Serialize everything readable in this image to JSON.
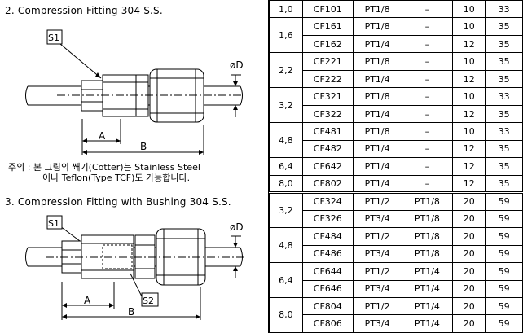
{
  "section1": {
    "title": "2.  Compression Fitting 304 S.S.",
    "labels": {
      "s1": "S1",
      "d": "øD",
      "a": "A",
      "b": "B"
    },
    "note_line1": "주의 : 본 그림의 쐐기(Cotter)는 Stainless Steel",
    "note_line2": "이나 Teflon(Type TCF)도 가능합니다."
  },
  "section2": {
    "title": "3.  Compression Fitting with Bushing   304 S.S.",
    "labels": {
      "s1": "S1",
      "s2": "S2",
      "d": "øD",
      "a": "A",
      "b": "B"
    }
  },
  "table": {
    "groups1": [
      {
        "size": "1,0",
        "rows": [
          [
            "CF101",
            "PT1/8",
            "–",
            "10",
            "33"
          ]
        ]
      },
      {
        "size": "1,6",
        "rows": [
          [
            "CF161",
            "PT1/8",
            "–",
            "10",
            "35"
          ],
          [
            "CF162",
            "PT1/4",
            "–",
            "12",
            "35"
          ]
        ]
      },
      {
        "size": "2,2",
        "rows": [
          [
            "CF221",
            "PT1/8",
            "–",
            "10",
            "35"
          ],
          [
            "CF222",
            "PT1/4",
            "–",
            "12",
            "35"
          ]
        ]
      },
      {
        "size": "3,2",
        "rows": [
          [
            "CF321",
            "PT1/8",
            "–",
            "10",
            "33"
          ],
          [
            "CF322",
            "PT1/4",
            "–",
            "12",
            "35"
          ]
        ]
      },
      {
        "size": "4,8",
        "rows": [
          [
            "CF481",
            "PT1/8",
            "–",
            "10",
            "33"
          ],
          [
            "CF482",
            "PT1/4",
            "–",
            "12",
            "35"
          ]
        ]
      },
      {
        "size": "6,4",
        "rows": [
          [
            "CF642",
            "PT1/4",
            "–",
            "12",
            "35"
          ]
        ]
      },
      {
        "size": "8,0",
        "rows": [
          [
            "CF802",
            "PT1/4",
            "–",
            "12",
            "35"
          ]
        ]
      }
    ],
    "groups2": [
      {
        "size": "3,2",
        "rows": [
          [
            "CF324",
            "PT1/2",
            "PT1/8",
            "20",
            "59"
          ],
          [
            "CF326",
            "PT3/4",
            "PT1/8",
            "20",
            "59"
          ]
        ]
      },
      {
        "size": "4,8",
        "rows": [
          [
            "CF484",
            "PT1/2",
            "PT1/8",
            "20",
            "59"
          ],
          [
            "CF486",
            "PT3/4",
            "PT1/8",
            "20",
            "59"
          ]
        ]
      },
      {
        "size": "6,4",
        "rows": [
          [
            "CF644",
            "PT1/2",
            "PT1/4",
            "20",
            "59"
          ],
          [
            "CF646",
            "PT3/4",
            "PT1/4",
            "20",
            "59"
          ]
        ]
      },
      {
        "size": "8,0",
        "rows": [
          [
            "CF804",
            "PT1/2",
            "PT1/4",
            "20",
            "59"
          ],
          [
            "CF806",
            "PT3/4",
            "PT1/4",
            "20",
            "59"
          ]
        ]
      }
    ]
  }
}
